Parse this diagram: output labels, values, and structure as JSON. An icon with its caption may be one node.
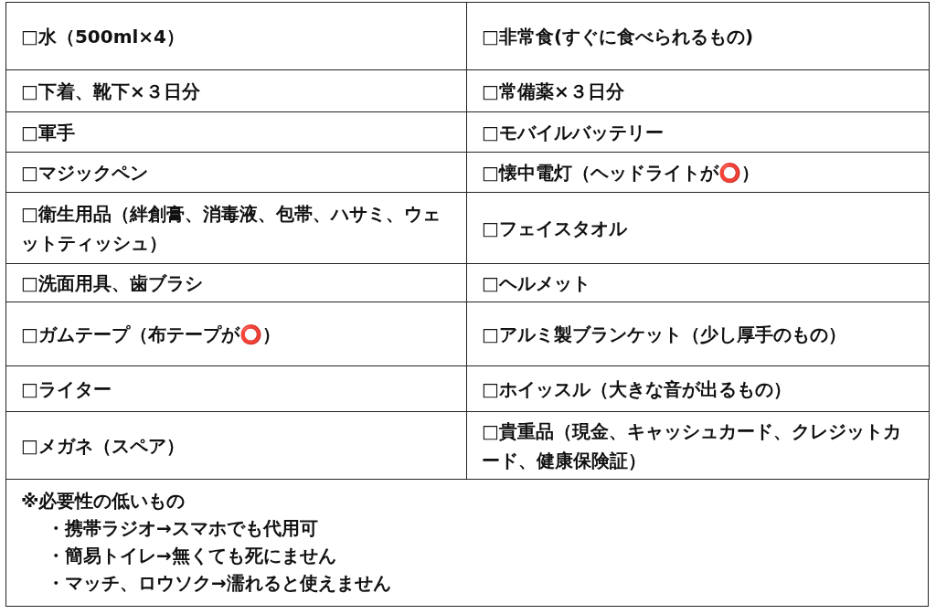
{
  "diagram": {
    "labels": [
      "□水（500ml×4）",
      "□非常食(すぐに食べられるもの)",
      "□下着、靴下×３日分",
      "□常備薬×３日分",
      "□軍手",
      "□モバイルバッテリー",
      "□マジックペン",
      "□懐中電灯（ヘッドライトが⭕）",
      "□衛生用品（絆創膏、消毒液、包帯、ハサミ、ウェットティッシュ）",
      "□フェイスタオル",
      "□洗面用具、歯ブラシ",
      "□ヘルメット",
      "□ガムテープ（布テープが⭕）",
      "□アルミ製ブランケット（少し厚手のもの）",
      "□ライター",
      "□ホイッスル（大きな音が出るもの）",
      "□メガネ（スペア）",
      "□貴重品（現金、キャッシュカード、クレジットカード、健康保険証）",
      "※必要性の低いもの",
      "・携帯ラジオ→スマホでも代用可",
      "・簡易トイレ→無くても死にません",
      "・マッチ、ロウソク→濡れると使えません"
    ]
  }
}
